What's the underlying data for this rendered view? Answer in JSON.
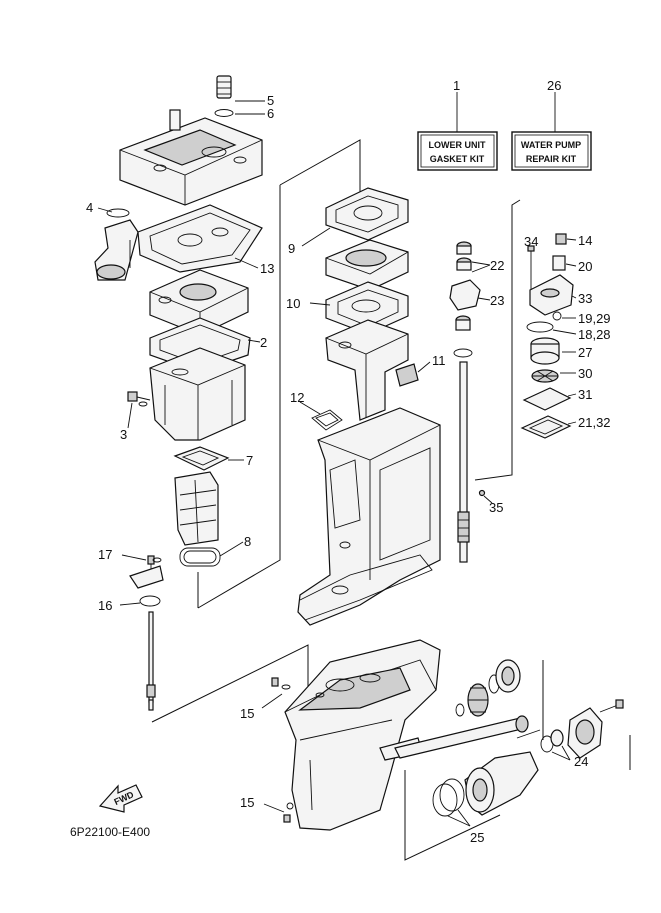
{
  "diagram": {
    "code": "6P22100-E400",
    "fwd_label": "FWD",
    "kits": [
      {
        "number": "1",
        "line1": "LOWER UNIT",
        "line2": "GASKET KIT"
      },
      {
        "number": "26",
        "line1": "WATER PUMP",
        "line2": "REPAIR KIT"
      }
    ],
    "callouts": {
      "c2": "2",
      "c3": "3",
      "c4": "4",
      "c5": "5",
      "c6": "6",
      "c7": "7",
      "c8": "8",
      "c9": "9",
      "c10": "10",
      "c11": "11",
      "c12": "12",
      "c13": "13",
      "c14": "14",
      "c15a": "15",
      "c15b": "15",
      "c16": "16",
      "c17": "17",
      "c18_28": "18,28",
      "c19_29": "19,29",
      "c20": "20",
      "c21_32": "21,32",
      "c22": "22",
      "c23": "23",
      "c24": "24",
      "c25": "25",
      "c27": "27",
      "c30": "30",
      "c31": "31",
      "c33": "33",
      "c34": "34",
      "c35": "35"
    },
    "colors": {
      "line": "#111111",
      "paper": "#ffffff",
      "shade": "#cfcfcf"
    }
  }
}
